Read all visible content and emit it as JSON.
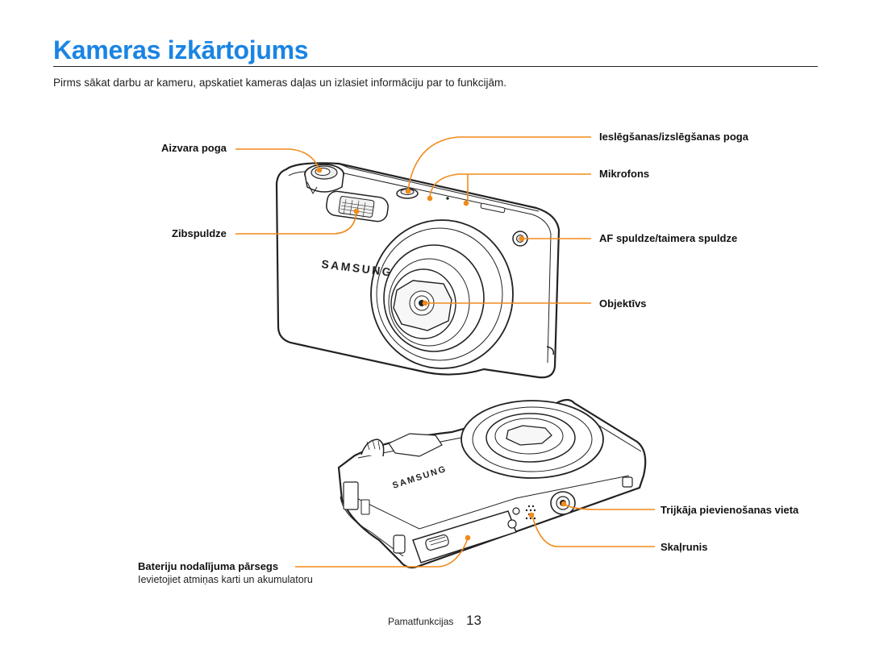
{
  "page": {
    "title": "Kameras izkārtojums",
    "intro": "Pirms sākat darbu ar kameru, apskatiet kameras daļas un izlasiet informāciju par to funkcijām.",
    "footer_section": "Pamatfunkcijas",
    "page_number": "13"
  },
  "front_labels": {
    "shutter": "Aizvara poga",
    "flash": "Zibspuldze",
    "power": "Ieslēgšanas/izslēgšanas poga",
    "microphone": "Mikrofons",
    "af_lamp": "AF spuldze/taimera spuldze",
    "lens": "Objektīvs"
  },
  "bottom_labels": {
    "tripod": "Trijkāja pievienošanas vieta",
    "speaker": "Skaļrunis",
    "battery_cover": "Bateriju nodalījuma pārsegs",
    "battery_cover_note": "Ievietojiet atmiņas karti un akumulatoru"
  },
  "camera": {
    "brand": "SAMSUNG"
  },
  "colors": {
    "title": "#1a84e3",
    "callout": "#f28a1a"
  }
}
